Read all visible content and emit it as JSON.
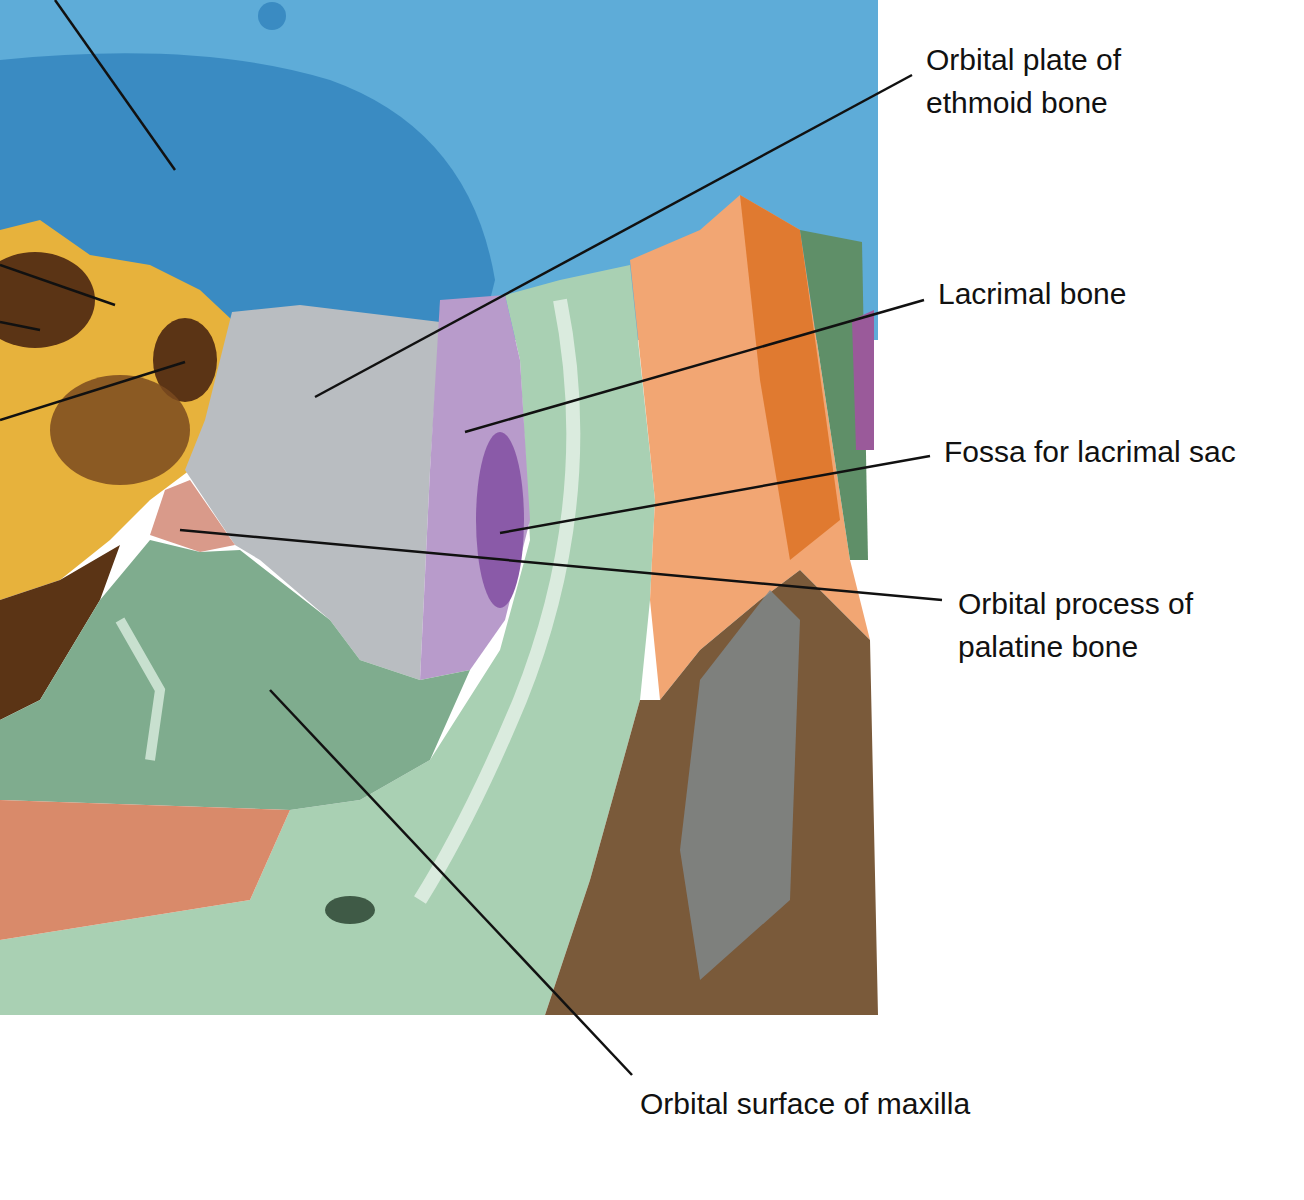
{
  "diagram": {
    "labels": [
      "Orbital plate of ethmoid bone",
      "Lacrimal bone",
      "Fossa for lacrimal sac",
      "Orbital process of palatine bone",
      "Orbital surface of maxilla"
    ]
  }
}
